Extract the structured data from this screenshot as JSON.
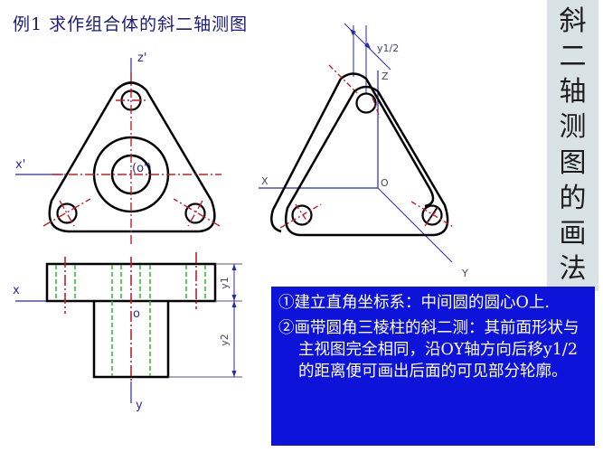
{
  "title": "例1  求作组合体的斜二轴测图",
  "side_title": [
    "斜",
    "二",
    "轴",
    "测",
    "图",
    "的",
    "画",
    "法"
  ],
  "steps": [
    "①建立直角坐标系：中间圆的圆心O上.",
    "②画带圆角三棱柱的斜二测：其前面形状与主视图完全相同，沿OY轴方向后移y1/2的距离便可画出后面的可见部分轮廓。"
  ],
  "front_view": {
    "labels": {
      "z_axis": "z'",
      "x_axis": "x'",
      "origin": "(o')"
    }
  },
  "top_view": {
    "labels": {
      "x_axis": "x",
      "origin": "o",
      "y_axis": "y",
      "dim_y1": "y1",
      "dim_y2": "y2"
    }
  },
  "axonometric_view": {
    "labels": {
      "z_axis": "Z",
      "x_axis": "X",
      "origin": "O",
      "y_axis": "Y",
      "offset": "y1/2"
    }
  },
  "colors": {
    "outline": "#000000",
    "centerline": "#c0202a",
    "hidden_line": "#22bb22",
    "axis": "#2a2aa0",
    "box_bg": "#0d13d8",
    "side_bg": "#d9e3e6"
  }
}
